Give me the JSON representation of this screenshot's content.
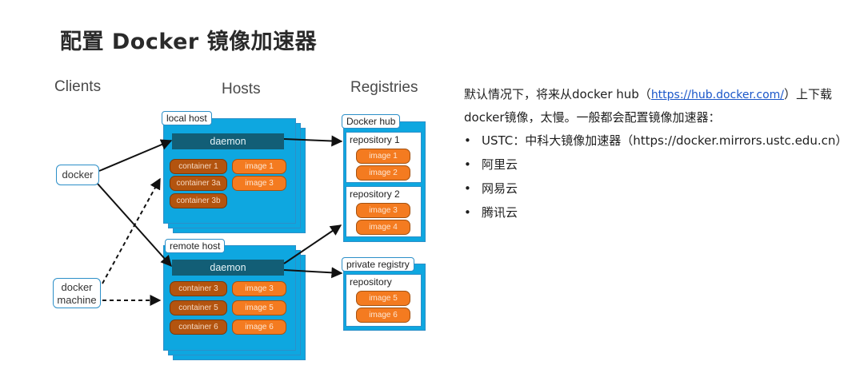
{
  "title": "配置 Docker 镜像加速器",
  "diagram": {
    "columns": {
      "clients": "Clients",
      "hosts": "Hosts",
      "registries": "Registries"
    },
    "clients": {
      "docker": "docker",
      "docker_machine_line1": "docker",
      "docker_machine_line2": "machine"
    },
    "local_host": {
      "label": "local host",
      "daemon": "daemon",
      "containers": [
        "container 1",
        "container 3a",
        "container 3b"
      ],
      "images": [
        "image 1",
        "image 3"
      ]
    },
    "remote_host": {
      "label": "remote host",
      "daemon": "daemon",
      "containers": [
        "container 3",
        "container 5",
        "container 6"
      ],
      "images": [
        "image 3",
        "image 5",
        "image 6"
      ]
    },
    "docker_hub": {
      "label": "Docker hub",
      "repo1": {
        "label": "repository 1",
        "images": [
          "image 1",
          "image 2"
        ]
      },
      "repo2": {
        "label": "repository 2",
        "images": [
          "image 3",
          "image 4"
        ]
      }
    },
    "private_registry": {
      "label": "private registry",
      "repo": {
        "label": "repository",
        "images": [
          "image 5",
          "image 6"
        ]
      }
    },
    "colors": {
      "box": "#0ea7e0",
      "daemon": "#125e76",
      "container": "#b3540f",
      "image": "#f47b20"
    }
  },
  "description": {
    "line1_before": "默认情况下，将来从docker hub（",
    "link": "https://hub.docker.com/",
    "line1_after": "）上下载",
    "line2": "docker镜像，太慢。一般都会配置镜像加速器：",
    "bullet_char": "•",
    "bullets": [
      "USTC：中科大镜像加速器（https://docker.mirrors.ustc.edu.cn）",
      "阿里云",
      "网易云",
      "腾讯云"
    ]
  }
}
